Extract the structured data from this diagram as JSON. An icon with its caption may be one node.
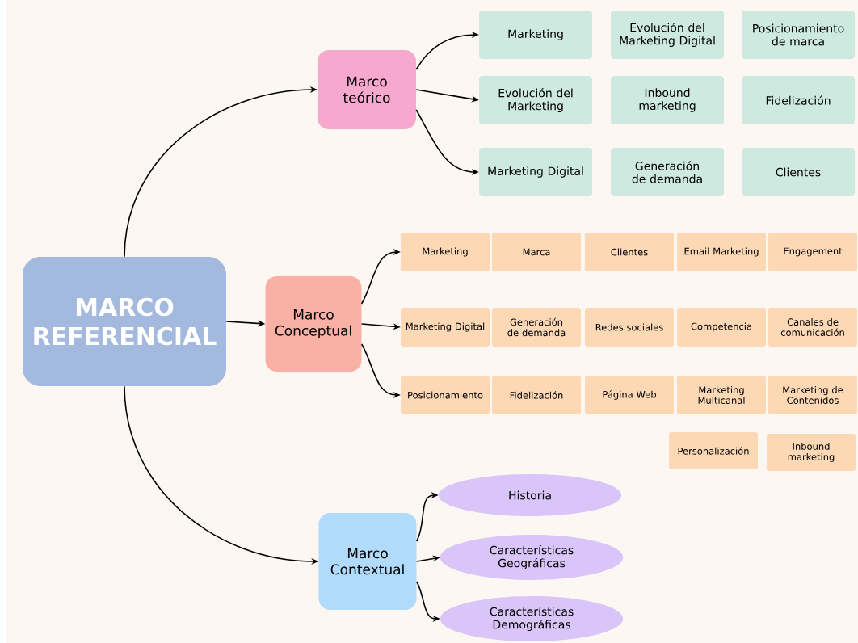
{
  "diagram": {
    "nodes": [
      {
        "text": [
          "MARCO REFERENCIAL"
        ]
      },
      {
        "text": [
          "Marco teórico"
        ]
      },
      {
        "text": [
          "Marco Conceptual"
        ]
      },
      {
        "text": [
          "Marco Contextual"
        ]
      },
      {
        "text": [
          "Marketing"
        ]
      },
      {
        "text": [
          "Evolución del Marketing Digital"
        ]
      },
      {
        "text": [
          "Posicionamiento de marca"
        ]
      },
      {
        "text": [
          "Evolución del Marketing"
        ]
      },
      {
        "text": [
          "Inbound marketing"
        ]
      },
      {
        "text": [
          "Fidelización"
        ]
      },
      {
        "text": [
          "Marketing Digital"
        ]
      },
      {
        "text": [
          "Generación de demanda"
        ]
      },
      {
        "text": [
          "Clientes"
        ]
      },
      {
        "text": [
          "Marketing"
        ]
      },
      {
        "text": [
          "Marca"
        ]
      },
      {
        "text": [
          "Clientes"
        ]
      },
      {
        "text": [
          "Email Marketing"
        ]
      },
      {
        "text": [
          "Engagement"
        ]
      },
      {
        "text": [
          "Marketing Digital"
        ]
      },
      {
        "text": [
          "Generación de demanda"
        ]
      },
      {
        "text": [
          "Redes sociales"
        ]
      },
      {
        "text": [
          "Competencia"
        ]
      },
      {
        "text": [
          "Canales de comunicación"
        ]
      },
      {
        "text": [
          "Posicionamiento"
        ]
      },
      {
        "text": [
          "Fidelización"
        ]
      },
      {
        "text": [
          "Página Web"
        ]
      },
      {
        "text": [
          "Marketing Multicanal"
        ]
      },
      {
        "text": [
          "Marketing de Contenidos"
        ]
      },
      {
        "text": [
          "Personalización"
        ]
      },
      {
        "text": [
          "Inbound marketing"
        ]
      },
      {
        "text": [
          "Historia"
        ]
      },
      {
        "text": [
          "Características Geográficas"
        ]
      },
      {
        "text": [
          "Características Demográficas"
        ]
      }
    ],
    "edges": [
      {
        "from": 0,
        "to": 1,
        "arrow": "to"
      },
      {
        "from": 0,
        "to": 2,
        "arrow": "to"
      },
      {
        "from": 0,
        "to": 3,
        "arrow": "to"
      },
      {
        "from": 1,
        "to": 4,
        "arrow": "to"
      },
      {
        "from": 1,
        "to": 7,
        "arrow": "to"
      },
      {
        "from": 1,
        "to": 10,
        "arrow": "to"
      },
      {
        "from": 2,
        "to": 13,
        "arrow": "to"
      },
      {
        "from": 2,
        "to": 18,
        "arrow": "to"
      },
      {
        "from": 2,
        "to": 23,
        "arrow": "to"
      },
      {
        "from": 3,
        "to": 30,
        "arrow": "to"
      },
      {
        "from": 3,
        "to": 31,
        "arrow": "to"
      },
      {
        "from": 3,
        "to": 32,
        "arrow": "to"
      }
    ]
  }
}
